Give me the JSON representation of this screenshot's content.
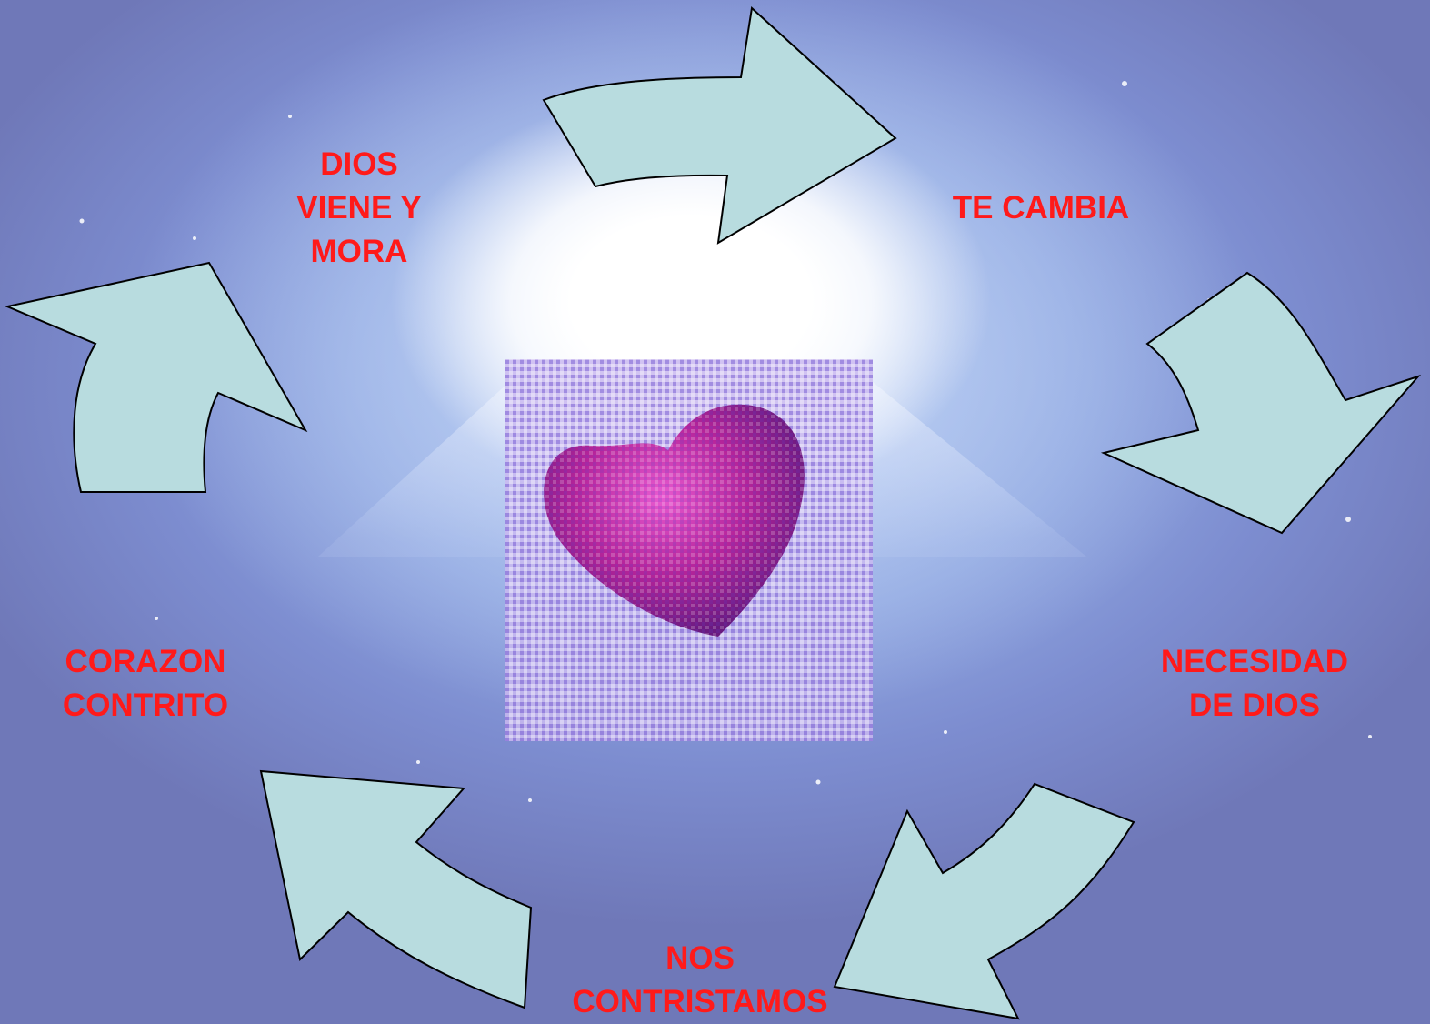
{
  "labels": {
    "dios_viene_y_mora": "DIOS\nVIENE Y\nMORA",
    "te_cambia": "TE CAMBIA",
    "necesidad_de_dios": "NECESIDAD\nDE DIOS",
    "nos_contristamos": "NOS\nCONTRISTAMOS",
    "corazon_contrito": "CORAZON\nCONTRITO"
  },
  "colors": {
    "arrow_fill": "#b8dcdf",
    "arrow_stroke": "#000000",
    "label_text": "#ff1a1a",
    "heart": "#c02aa0"
  },
  "center_image": "pixelated-heart-icon"
}
